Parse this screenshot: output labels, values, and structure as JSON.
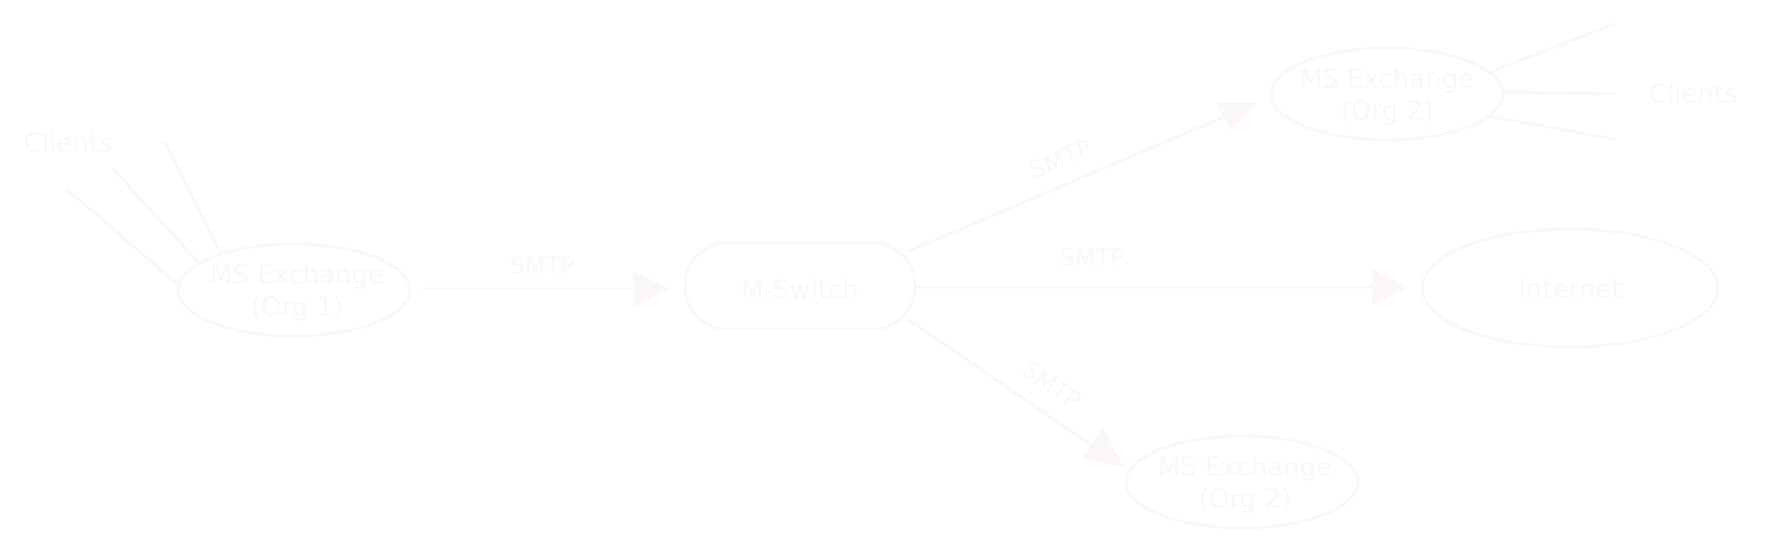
{
  "colors": {
    "stroke": "#fcf7f7",
    "text": "#fcf7f7",
    "background": "transparent"
  },
  "nodes": {
    "org1": {
      "line1": "MS Exchange",
      "line2": "(Org 1)"
    },
    "mswitch": {
      "label": "M-Switch"
    },
    "org2_top": {
      "line1": "MS Exchange",
      "line2": "(Org 2)"
    },
    "internet": {
      "label": "Internet"
    },
    "org2_bottom": {
      "line1": "MS Exchange",
      "line2": "(Org 2)"
    },
    "clients_left": {
      "label": "Clients"
    },
    "clients_right": {
      "label": "Clients"
    }
  },
  "edges": {
    "org1_to_mswitch": {
      "label": "SMTP"
    },
    "mswitch_to_org2_top": {
      "label": "SMTP"
    },
    "mswitch_to_internet": {
      "label": "SMTP"
    },
    "mswitch_to_org2_bottom": {
      "label": "SMTP"
    }
  }
}
